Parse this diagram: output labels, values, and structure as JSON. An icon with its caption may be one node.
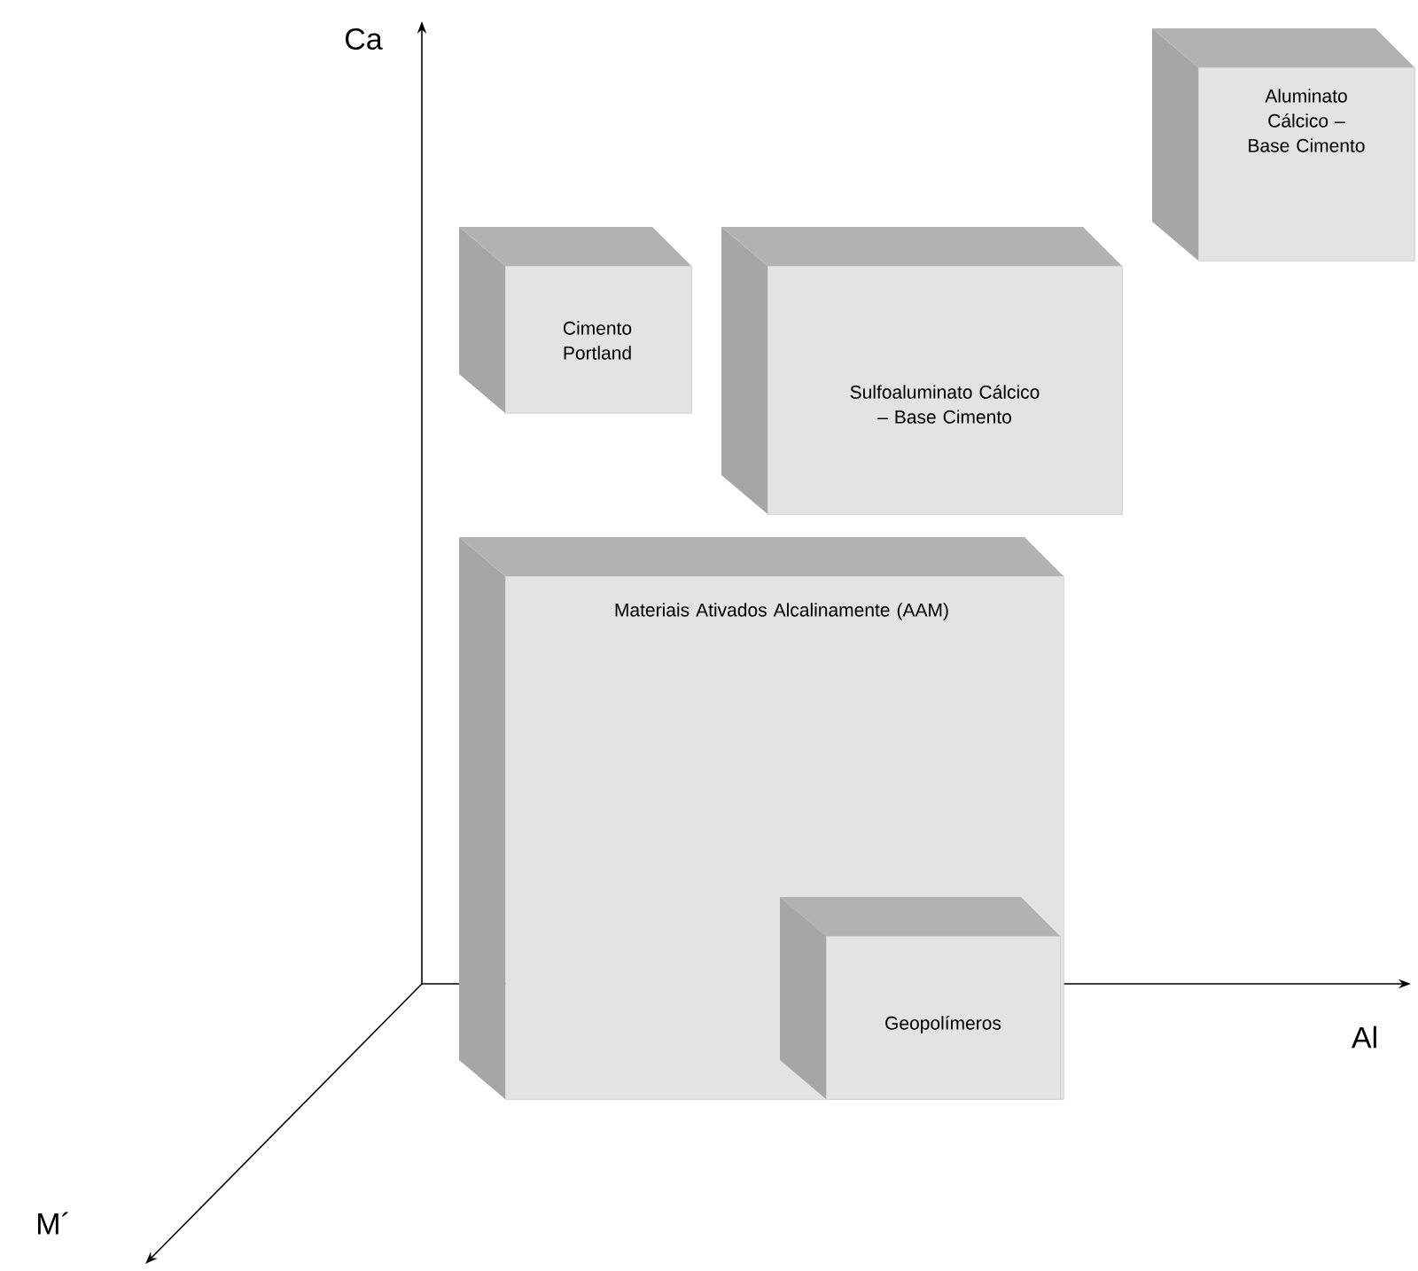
{
  "diagram": {
    "nodes": [
      {
        "text": [
          "Aluminato Cálcico – Base Cimento"
        ]
      },
      {
        "text": [
          "Cimento Portland"
        ]
      },
      {
        "text": [
          "Sulfoaluminato Cálcico – Base Cimento"
        ]
      },
      {
        "text": [
          "Materiais Ativados Alcalinamente (AAM)"
        ]
      },
      {
        "text": [
          "Geopolímeros"
        ],
        "in": 3
      }
    ],
    "labels": [
      "Ca",
      "Al",
      "M´"
    ]
  }
}
